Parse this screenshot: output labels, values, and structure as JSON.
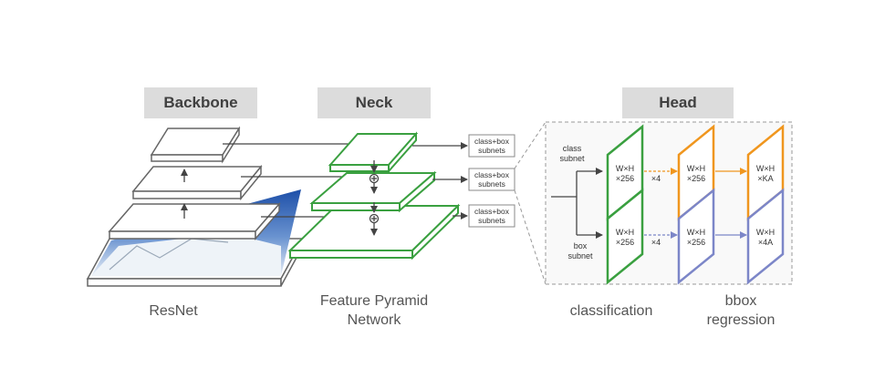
{
  "sections": {
    "backbone": "Backbone",
    "neck": "Neck",
    "head": "Head"
  },
  "captions": {
    "resnet": "ResNet",
    "fpn_line1": "Feature Pyramid",
    "fpn_line2": "Network",
    "classification": "classification",
    "bbox_line1": "bbox",
    "bbox_line2": "regression"
  },
  "subnet_boxes": {
    "line1": "class+box",
    "line2": "subnets"
  },
  "head_detail": {
    "class_subnet_l1": "class",
    "class_subnet_l2": "subnet",
    "box_subnet_l1": "box",
    "box_subnet_l2": "subnet",
    "wxh": "W×H",
    "x256": "×256",
    "times4": "×4",
    "xKA": "×KA",
    "x4A": "×4A"
  },
  "colors": {
    "fpn_green": "#3aa040",
    "class_orange": "#f0961e",
    "box_purple": "#7c86c8",
    "label_bg": "#dcdcdc"
  }
}
